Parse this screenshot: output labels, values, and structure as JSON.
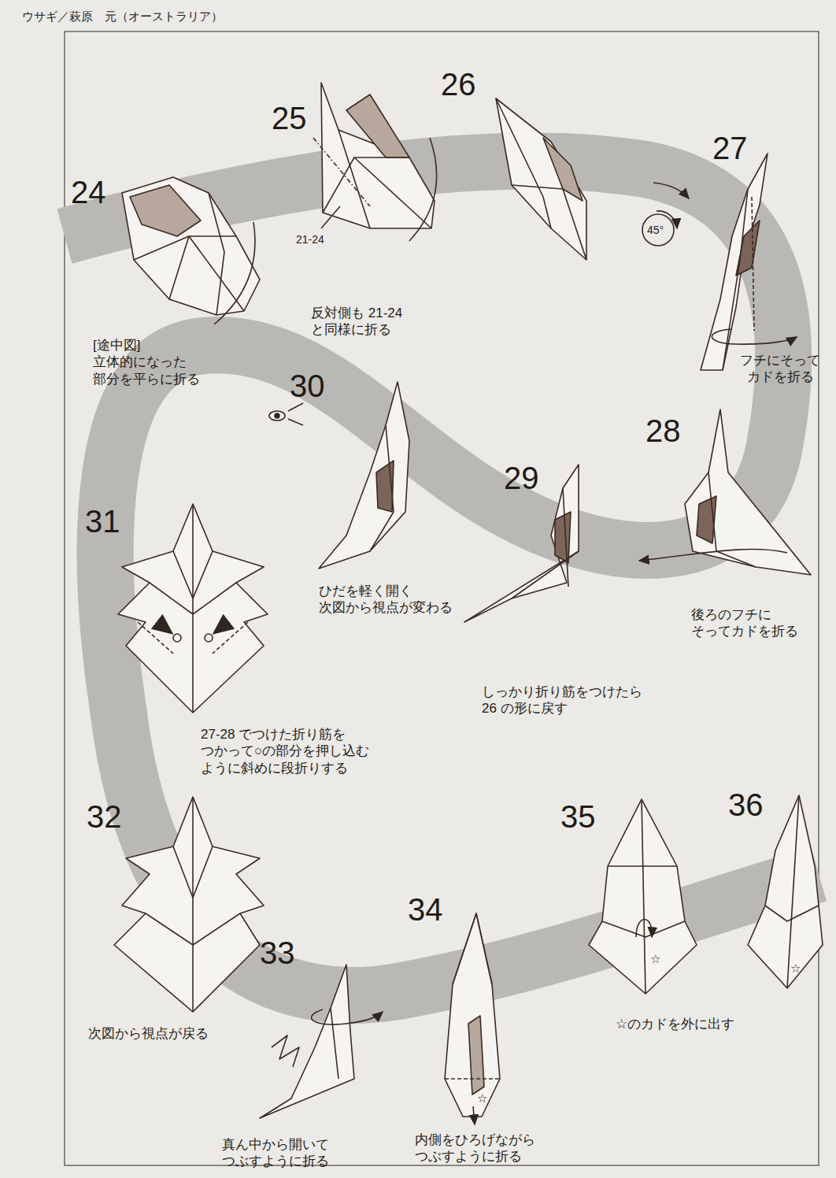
{
  "diagram": {
    "title": "ウサギ／萩原　元（オーストラリア）",
    "labels": [
      "24",
      "[途中図] 立体的になった 部分を平らに折る",
      "25",
      "21-24",
      "反対側も 21-24 と同様に折る",
      "26",
      "27",
      "45°",
      "フチにそって カドを折る",
      "28",
      "後ろのフチに そってカドを折る",
      "29",
      "しっかり折り筋をつけたら 26 の形に戻す",
      "30",
      "ひだを軽く開く 次図から視点が変わる",
      "31",
      "27-28 でつけた折り筋を つかって○の部分を押し込む ように斜めに段折りする",
      "32",
      "次図から視点が戻る",
      "33",
      "真ん中から開いて つぶすように折る",
      "34",
      "☆",
      "内側をひろげながら つぶすように折る",
      "35",
      "☆",
      "☆のカドを外に出す",
      "36",
      "☆"
    ]
  }
}
